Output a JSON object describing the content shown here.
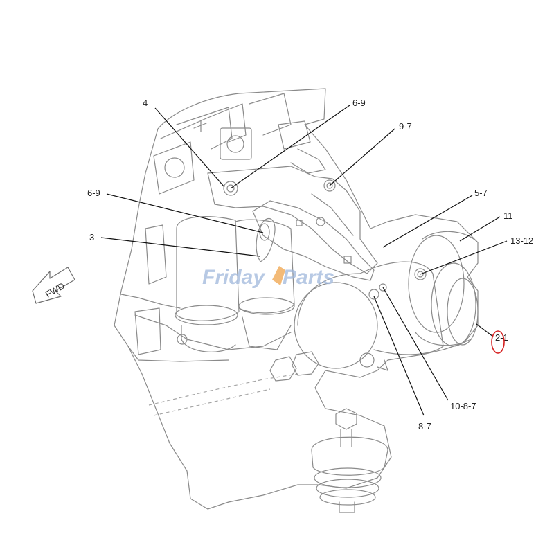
{
  "callouts": [
    {
      "id": "4",
      "label": "4"
    },
    {
      "id": "6-9-top",
      "label": "6-9"
    },
    {
      "id": "9-7",
      "label": "9-7"
    },
    {
      "id": "6-9-left",
      "label": "6-9"
    },
    {
      "id": "3",
      "label": "3"
    },
    {
      "id": "5-7",
      "label": "5-7"
    },
    {
      "id": "11",
      "label": "11"
    },
    {
      "id": "13-12",
      "label": "13-12"
    },
    {
      "id": "2-1",
      "label": "2-1"
    },
    {
      "id": "10-8-7",
      "label": "10-8-7"
    },
    {
      "id": "8-7",
      "label": "8-7"
    }
  ],
  "direction_arrow": {
    "label": "FWD"
  },
  "watermark": {
    "part1": "Friday",
    "part2": "Parts"
  },
  "highlight": {
    "target": "2-1",
    "color": "#d62020"
  },
  "colors": {
    "line_art": "#8a8a8a",
    "leader": "#111111",
    "watermark_blue": "#9fb7dc",
    "watermark_orange": "#f0a34a"
  }
}
